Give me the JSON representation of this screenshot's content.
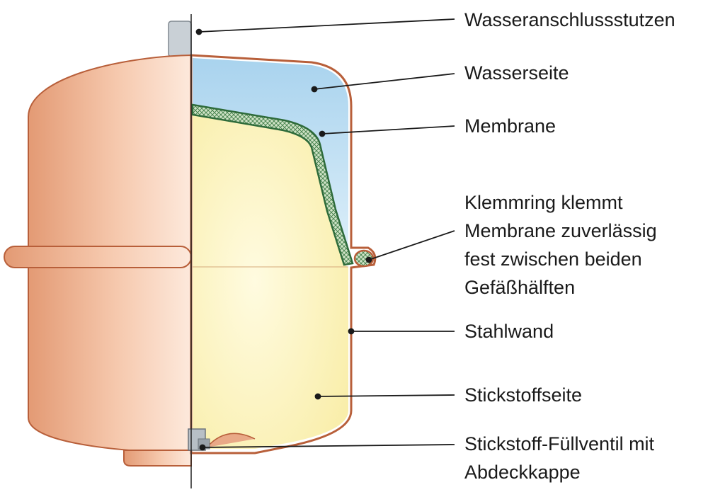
{
  "labels": {
    "water_connection": "Wasseranschlussstutzen",
    "water_side": "Wasserseite",
    "membrane": "Membrane",
    "clamp_ring": [
      "Klemmring klemmt",
      "Membrane zuverlässig",
      "fest zwischen beiden",
      "Gefäßhälften"
    ],
    "steel_wall": "Stahlwand",
    "nitrogen_side": "Stickstoffseite",
    "fill_valve": [
      "Stickstoff-Füllventil mit",
      "Abdeckkappe"
    ]
  },
  "colors": {
    "copper": "#e8a07a",
    "copper_light": "#fbe3d3",
    "water": "#aed7ef",
    "nitrogen": "#fbf3b8",
    "membrane": "#2e6b3a",
    "leader": "#1a1a1a"
  }
}
